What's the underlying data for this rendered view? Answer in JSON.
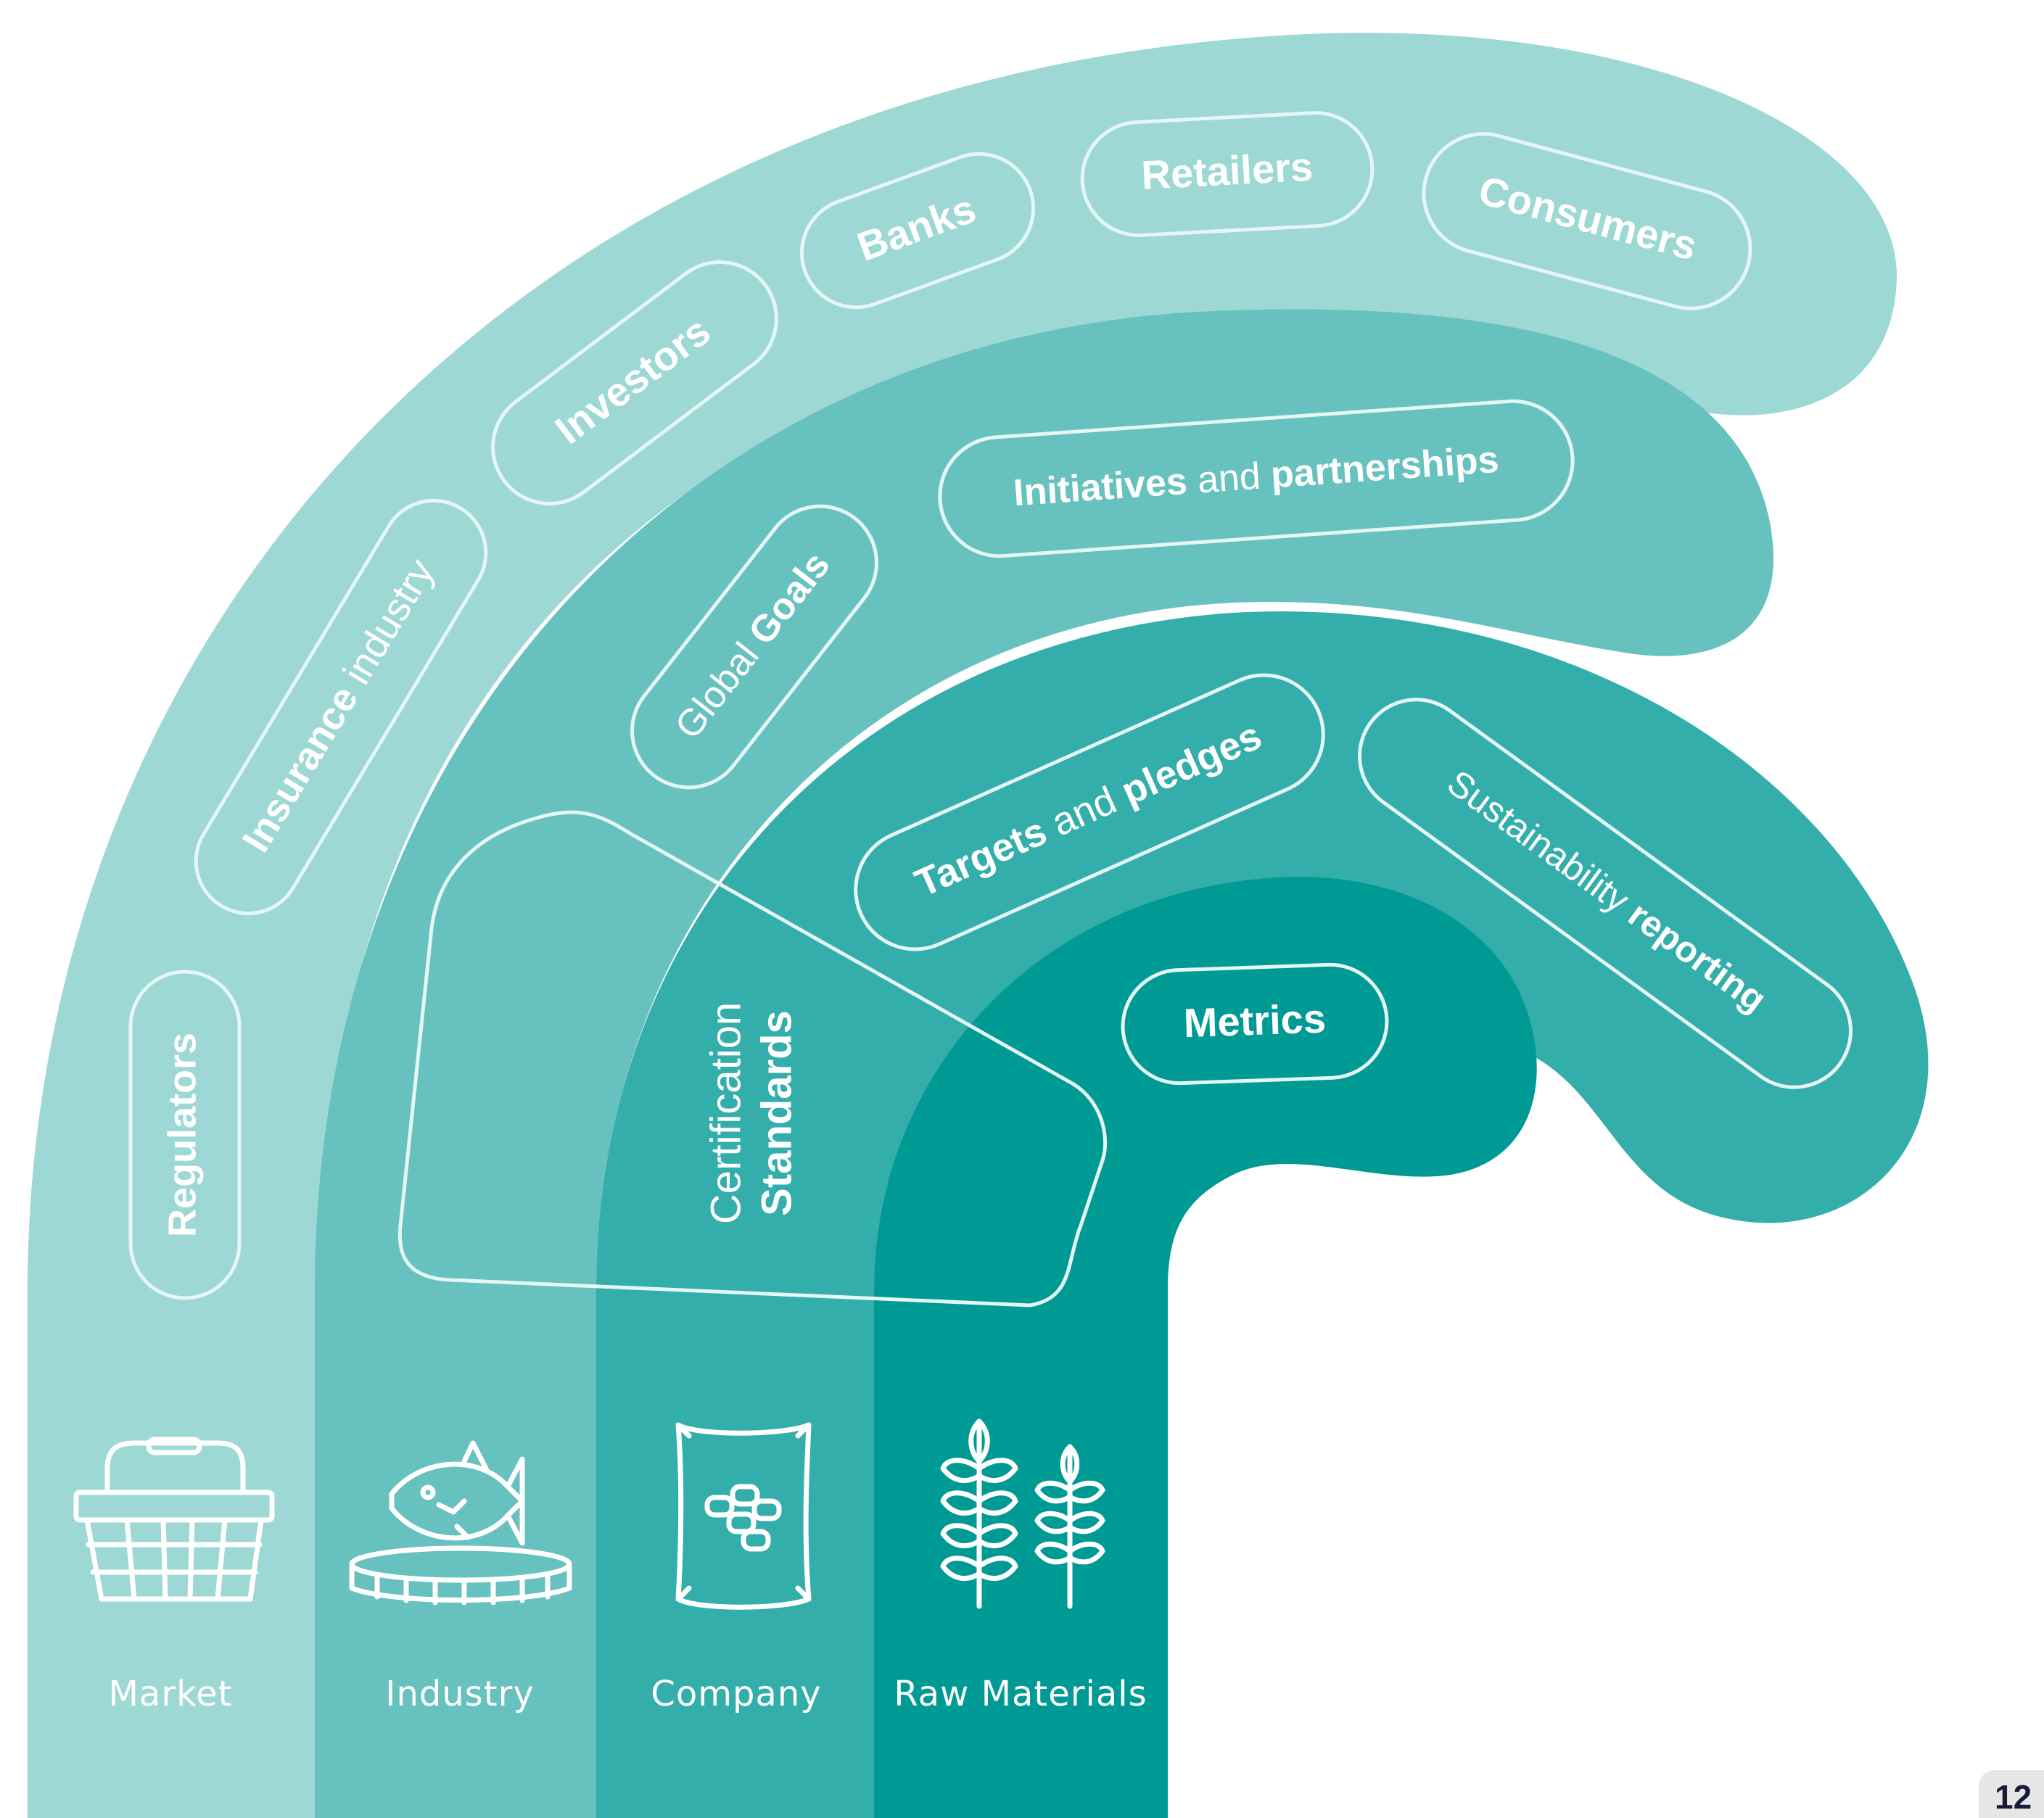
{
  "colors": {
    "band_market": "#9dd8d4",
    "band_industry": "#67c1be",
    "band_company": "#34aeab",
    "band_raw_materials": "#009a95",
    "text": "#ffffff"
  },
  "outer_ring": {
    "regulators": "Regulators",
    "insurance_bold": "Insurance",
    "insurance_rest": " industry",
    "investors": "Investors",
    "banks": "Banks",
    "retailers": "Retailers",
    "consumers": "Consumers"
  },
  "second_ring": {
    "global": "Global ",
    "goals": "Goals",
    "initiatives": "Initiatives",
    "and": " and ",
    "partnerships": "partnerships"
  },
  "third_ring": {
    "targets": "Targets",
    "and": " and ",
    "pledges": "pledges",
    "sustainability": "Sustainability ",
    "reporting": "reporting"
  },
  "inner_ring": {
    "metrics": "Metrics"
  },
  "certification": {
    "line1": "Certification",
    "line2": "Standards"
  },
  "bottom_labels": {
    "market": "Market",
    "industry": "Industry",
    "company": "Company",
    "raw_materials": "Raw Materials"
  },
  "icons": {
    "market": "basket-icon",
    "industry": "fish-net-icon",
    "company": "feed-bag-icon",
    "raw_materials": "wheat-icon"
  },
  "page_number": "12"
}
